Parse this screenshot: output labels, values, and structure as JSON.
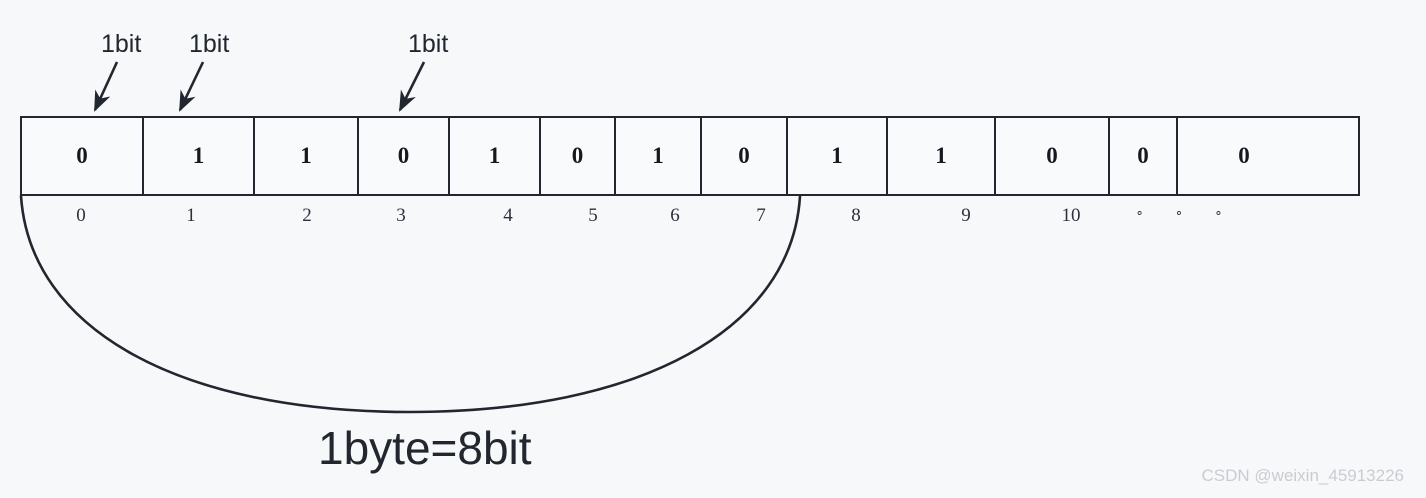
{
  "diagram": {
    "title_caption": "1byte=8bit",
    "watermark": "CSDN @weixin_45913226",
    "colors": {
      "background": "#f7f8fa",
      "stroke": "#22262e",
      "cell_fill": "#f9fafb",
      "index_text": "#2b303a",
      "watermark_text": "#c9ccd2"
    },
    "callouts": [
      {
        "label": "1bit",
        "target_index": 0
      },
      {
        "label": "1bit",
        "target_index": 1
      },
      {
        "label": "1bit",
        "target_index": 3
      }
    ],
    "bits": [
      {
        "value": "0",
        "index": "0"
      },
      {
        "value": "1",
        "index": "1"
      },
      {
        "value": "1",
        "index": "2"
      },
      {
        "value": "0",
        "index": "3"
      },
      {
        "value": "1",
        "index": "4"
      },
      {
        "value": "0",
        "index": "5"
      },
      {
        "value": "1",
        "index": "6"
      },
      {
        "value": "0",
        "index": "7"
      },
      {
        "value": "1",
        "index": "8"
      },
      {
        "value": "1",
        "index": "9"
      },
      {
        "value": "0",
        "index": "10"
      },
      {
        "value": "0",
        "index": "∘ ∘ ∘"
      },
      {
        "value": "0",
        "index": ""
      }
    ],
    "brace": {
      "spans_indices": "0-7",
      "label": "1byte=8bit"
    }
  }
}
